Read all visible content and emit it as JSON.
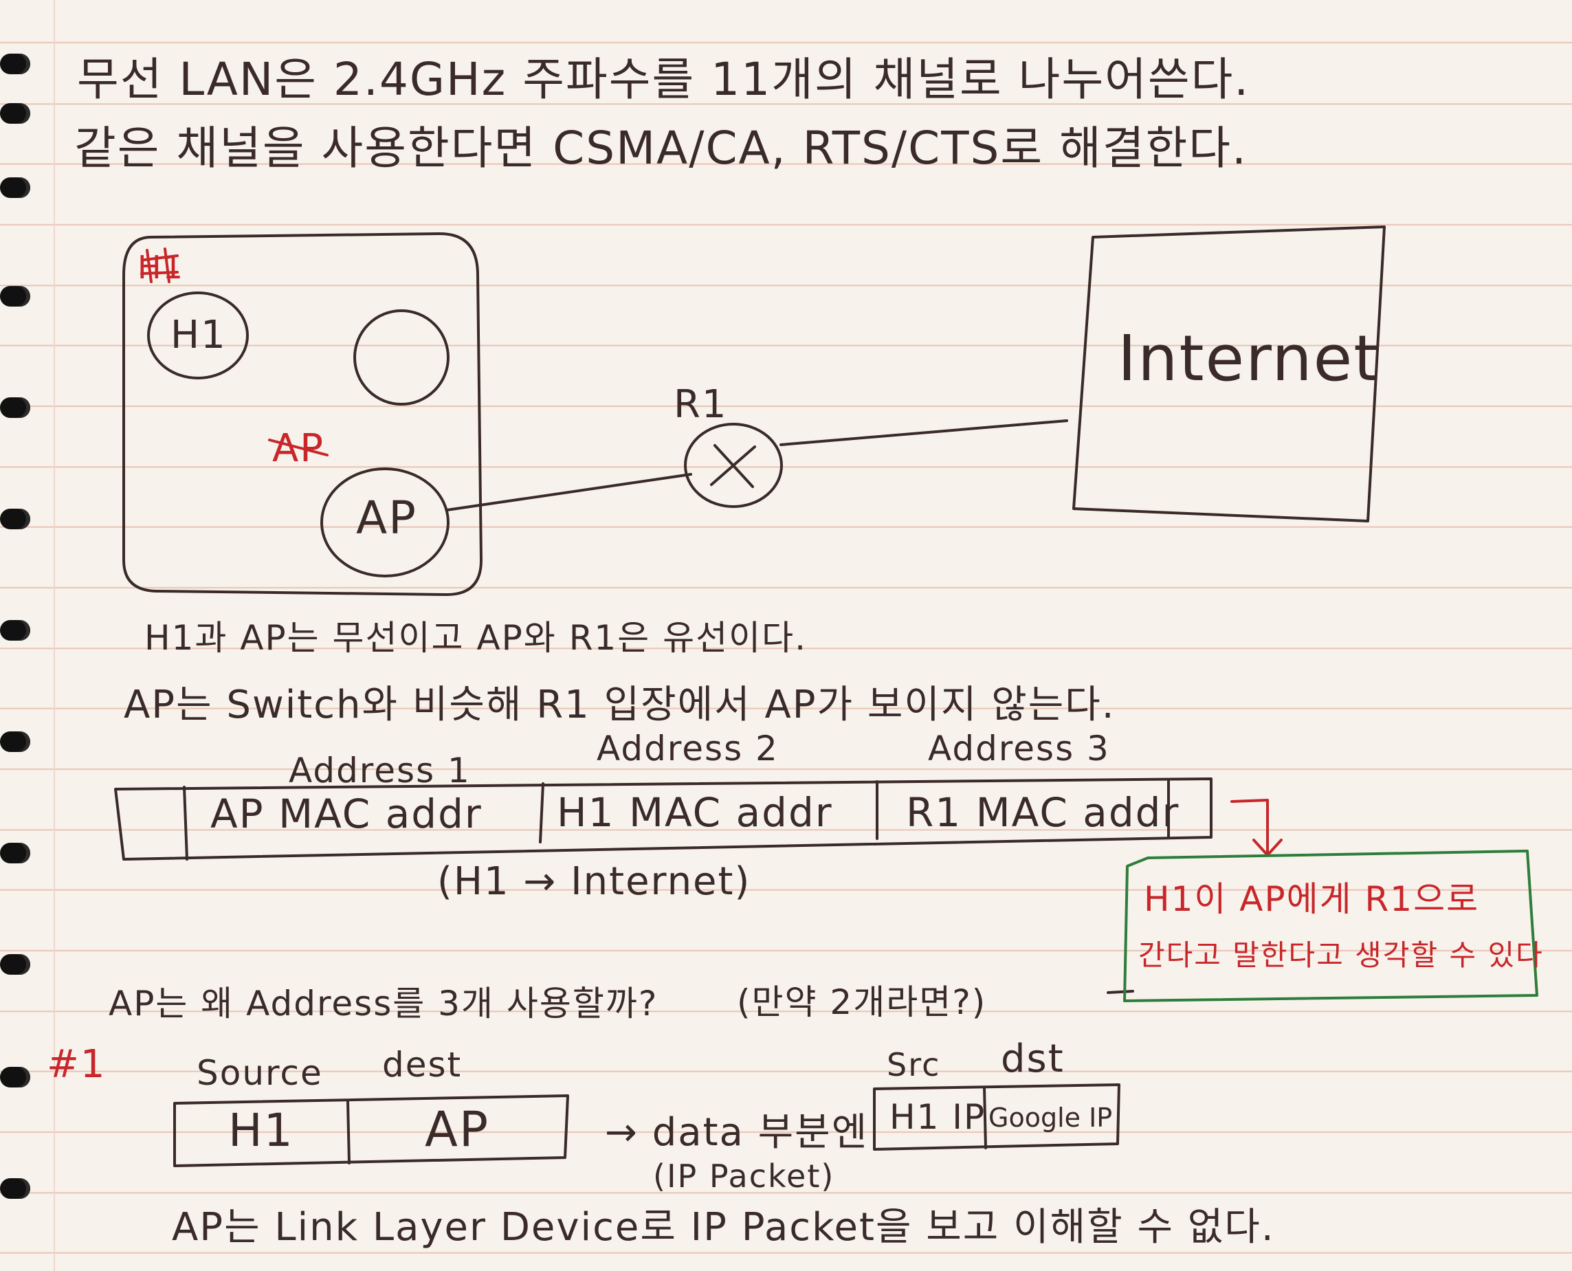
{
  "notes": {
    "line1": "무선 LAN은 2.4GHz 주파수를 11개의 채널로 나누어쓴다.",
    "line2": "같은 채널을 사용한다면 CSMA/CA, RTS/CTS로 해결한다."
  },
  "diagram": {
    "h1_strike": "H1",
    "h1": "H1",
    "ap_strike": "AP",
    "ap": "AP",
    "r1": "R1",
    "internet": "Internet"
  },
  "explain": {
    "line1": "H1과 AP는 무선이고 AP와 R1은 유선이다.",
    "line2": "AP는 Switch와 비슷해 R1 입장에서 AP가 보이지 않는다."
  },
  "frame": {
    "addr1_label": "Address 1",
    "addr2_label": "Address 2",
    "addr3_label": "Address 3",
    "addr1_value": "AP MAC addr",
    "addr2_value": "H1 MAC addr",
    "addr3_value": "R1 MAC addr",
    "flow": "(H1 → Internet)"
  },
  "callout": {
    "line1": "H1이 AP에게 R1으로",
    "line2": "간다고 말한다고 생각할 수 있다"
  },
  "question": {
    "text": "AP는 왜 Address를 3개 사용할까?",
    "aside": "(만약 2개라면?)"
  },
  "case1": {
    "marker": "#1",
    "source_label": "Source",
    "dest_label": "dest",
    "source": "H1",
    "dest": "AP",
    "arrow_text": "→ data 부분엔",
    "ip_packet": "(IP Packet)",
    "src_label": "Src",
    "dst_label": "dst",
    "src_ip": "H1 IP",
    "dst_ip": "Google IP",
    "conclusion": "AP는 Link Layer Device로 IP Packet을 보고 이해할 수 없다."
  },
  "colors": {
    "ink": "#3a2a2a",
    "red_ink": "#c8262a",
    "green_ink": "#2e7d3c",
    "paper": "#f7f3ec",
    "ruled_line": "#e9c3b3"
  }
}
